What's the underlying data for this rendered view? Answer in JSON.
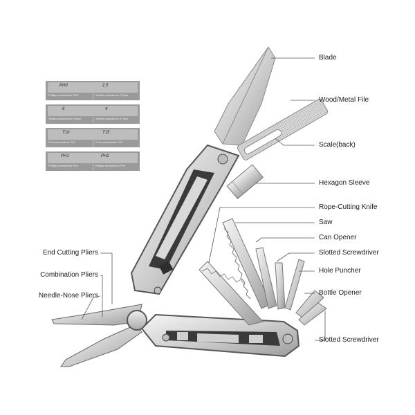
{
  "labels": {
    "blade": "Blade",
    "file": "Wood/Metal File",
    "scale": "Scale(back)",
    "hex_sleeve": "Hexagon Sleeve",
    "rope_knife": "Rope-Cutting Knife",
    "saw": "Saw",
    "can_opener": "Can Opener",
    "slotted_1": "Slotted Screwdriver",
    "hole_puncher": "Hole Puncher",
    "bottle_opener": "Bottle Opener",
    "slotted_2": "Slotted Screwdriver",
    "end_pliers": "End Cutting Pliers",
    "combo_pliers": "Combination Pliers",
    "needle_pliers": "Needle-Nose Pliers"
  },
  "bits": [
    {
      "left_size": "PH0",
      "right_size": "2.5",
      "left_caption": "Phillips screwdriver PH0",
      "right_caption": "Slotted screwdriver 2.5mm"
    },
    {
      "left_size": "6",
      "right_size": "4",
      "left_caption": "Slotted screwdriver 6.0mm",
      "right_caption": "Slotted screwdriver 4.0mm"
    },
    {
      "left_size": "T10",
      "right_size": "T15",
      "left_caption": "Plum screwdriver T10",
      "right_caption": "Plum screwdriver T15"
    },
    {
      "left_size": "PH1",
      "right_size": "PH2",
      "left_caption": "Phillips screwdriver PH1",
      "right_caption": "Phillips screwdriver PH2"
    }
  ],
  "colors": {
    "steel_light": "#e6e6e6",
    "steel_mid": "#bfbfbf",
    "steel_dark": "#7a7a7a",
    "handle_dark": "#3a3a3a",
    "leader_line": "#555555"
  }
}
